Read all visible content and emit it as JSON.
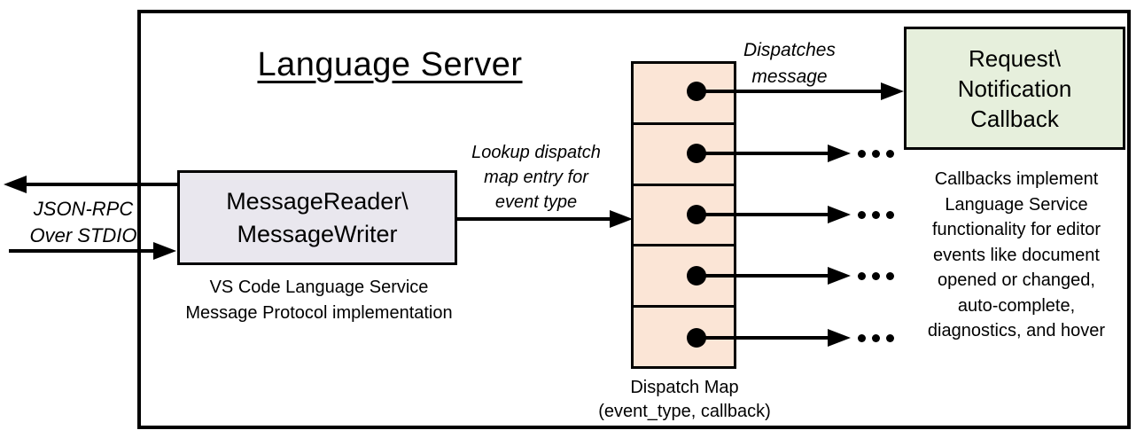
{
  "title": "Language Server",
  "reader": {
    "lines": [
      "MessageReader\\",
      "MessageWriter"
    ],
    "caption_lines": [
      "VS Code Language Service",
      "Message Protocol implementation"
    ]
  },
  "io_label": {
    "lines": [
      "JSON-RPC",
      "Over STDIO"
    ]
  },
  "lookup_label": {
    "lines": [
      "Lookup dispatch",
      "map entry for",
      "event type"
    ]
  },
  "dispatches_label": {
    "lines": [
      "Dispatches",
      "message"
    ]
  },
  "callback_box": {
    "lines": [
      "Request\\",
      "Notification",
      "Callback"
    ]
  },
  "callback_note": {
    "lines": [
      "Callbacks implement",
      "Language Service",
      "functionality for editor",
      "events like document",
      "opened or changed,",
      "auto-complete,",
      "diagnostics, and hover"
    ]
  },
  "map_caption": {
    "lines": [
      "Dispatch Map",
      "(event_type, callback)"
    ]
  },
  "dispatch_map": {
    "row_count": 5
  },
  "colors": {
    "stroke": "#000000",
    "map_fill": "#fbe5d6",
    "reader_fill": "#e9e7ee",
    "callback_fill": "#e6efdc"
  }
}
